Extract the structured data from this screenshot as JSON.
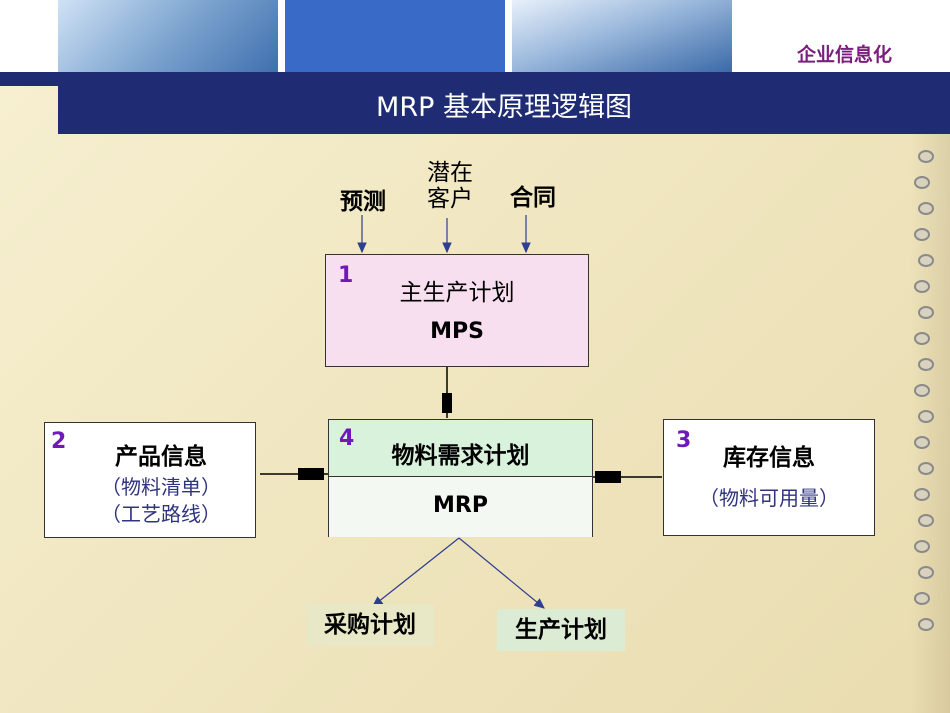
{
  "header": {
    "brand": "企业信息化",
    "title": "MRP 基本原理逻辑图"
  },
  "inputs": {
    "forecast": "预测",
    "potential_line1": "潜在",
    "potential_line2": "客户",
    "contract": "合同"
  },
  "nodes": {
    "mps": {
      "number": "1",
      "title": "主生产计划",
      "code": "MPS"
    },
    "product": {
      "number": "2",
      "title": "产品信息",
      "sub1": "（物料清单）",
      "sub2": "（工艺路线）"
    },
    "inventory": {
      "number": "3",
      "title": "库存信息",
      "sub1": "（物料可用量）"
    },
    "mrp": {
      "number": "4",
      "title": "物料需求计划",
      "code": "MRP"
    }
  },
  "outputs": {
    "purchase": "采购计划",
    "production": "生产计划"
  },
  "colors": {
    "header_navy": "#1f2c74",
    "brand_purple": "#7b1d7e",
    "number_purple": "#6f1ab8",
    "arrow_blue": "#2e3f8f",
    "mps_fill": "#f8dff0",
    "mrp_fill": "#d8f2dc"
  }
}
